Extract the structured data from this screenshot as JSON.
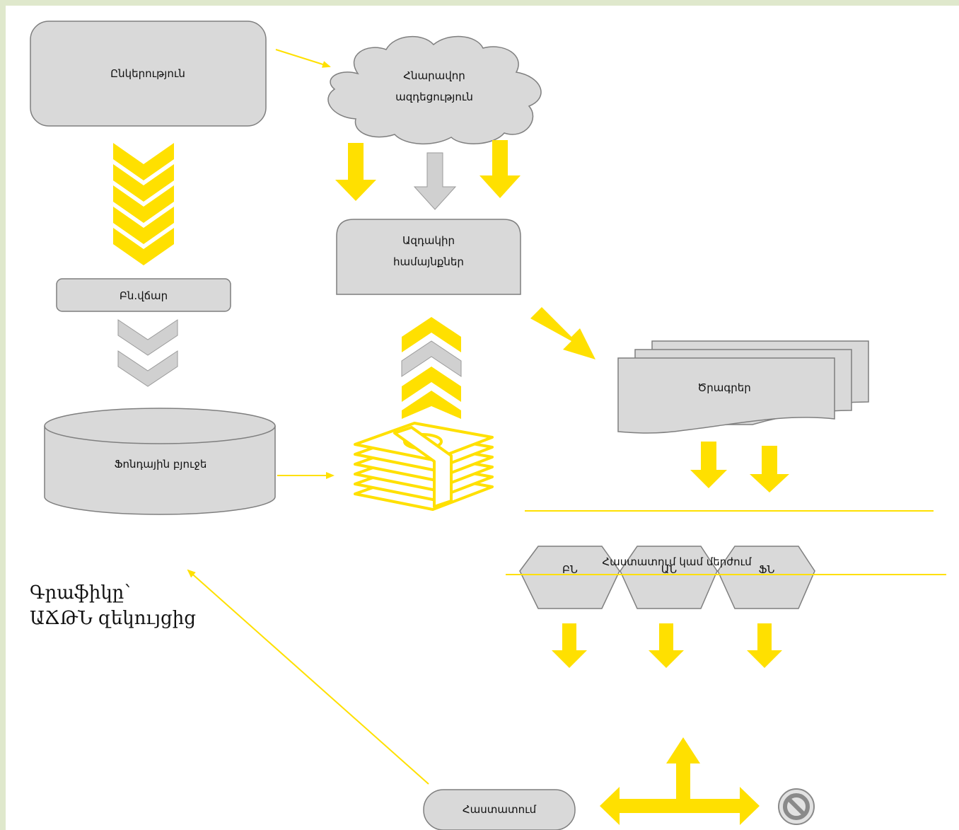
{
  "nodes": {
    "society": "Ընկերություն",
    "influence": "Հնարավոր\nազդեցություն",
    "communities": "Ազդակիր\nհամայնքներ",
    "programs": "Ծրագրեր",
    "payment": "Բն.վճար",
    "fund": "Ֆոնդային բյուջե",
    "bn": "ԲՆ",
    "an": "ԱՆ",
    "fn": "ՖՆ",
    "approve_reject": "Հաստատում կամ մերժում",
    "approve": "Հաստատում"
  },
  "caption": "Գրաֆիկը՝\nԱՃԹՆ զեկույցից",
  "colors": {
    "accent": "#ffe000",
    "shape_fill": "#d9d9d9",
    "shape_stroke": "#7f7f7f",
    "arrow_gray": "#d0d0d0"
  }
}
